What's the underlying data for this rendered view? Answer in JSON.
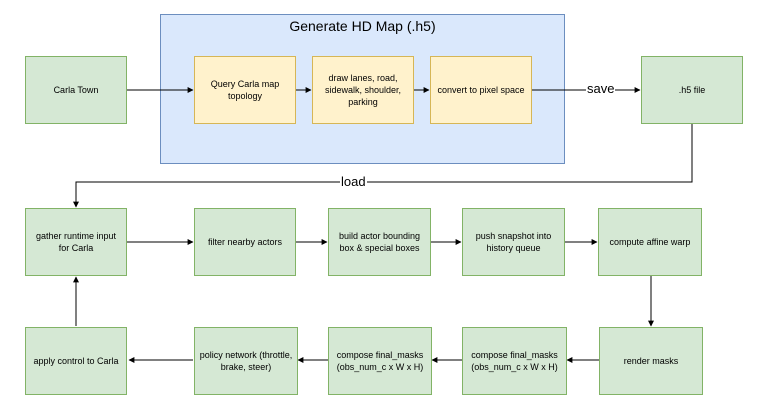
{
  "group": {
    "title": "Generate HD Map (.h5)"
  },
  "nodes": {
    "carla_town": "Carla Town",
    "query_topology": "Query Carla map topology",
    "draw_lanes": "draw lanes, road, sidewalk, shoulder, parking",
    "convert_pixel": "convert to pixel space",
    "h5_file": ".h5 file",
    "gather_input": "gather runtime input for Carla",
    "filter_actors": "filter nearby actors",
    "build_boxes": "build actor bounding box & special boxes",
    "push_snapshot": "push snapshot into history queue",
    "affine_warp": "compute affine warp",
    "render_masks": "render masks",
    "compose_masks_1": "compose final_masks (obs_num_c x W x H)",
    "compose_masks_2": "compose final_masks (obs_num_c x W x H)",
    "policy_network": "policy network (throttle, brake, steer)",
    "apply_control": "apply control to Carla"
  },
  "edges": {
    "save_label": "save",
    "load_label": "load"
  },
  "colors": {
    "process_fill": "#d5e8d4",
    "process_stroke": "#82b366",
    "step_fill": "#fff2cc",
    "step_stroke": "#d6b656",
    "group_fill": "#dae8fc",
    "group_stroke": "#6c8ebf"
  }
}
